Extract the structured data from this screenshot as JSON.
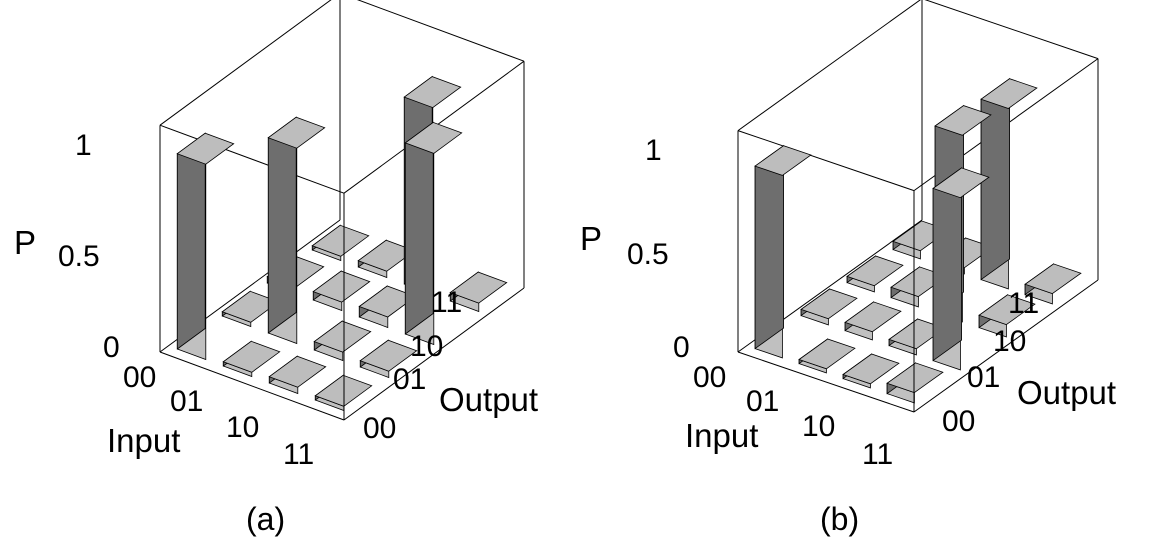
{
  "chart_data": [
    {
      "type": "bar3d",
      "panel_label": "(a)",
      "title": "",
      "xlabel": "Input",
      "ylabel": "Output",
      "zlabel": "P",
      "x_categories": [
        "00",
        "01",
        "10",
        "11"
      ],
      "y_categories": [
        "00",
        "01",
        "10",
        "11"
      ],
      "z_ticks": [
        "0",
        "0.5",
        "1"
      ],
      "zlim": [
        0,
        1
      ],
      "values": [
        [
          0.93,
          0.02,
          0.03,
          0.02
        ],
        [
          0.02,
          0.93,
          0.04,
          0.03
        ],
        [
          0.03,
          0.04,
          0.05,
          0.89
        ],
        [
          0.02,
          0.03,
          0.91,
          0.04
        ]
      ],
      "colors": {
        "front": "#c0c0c0",
        "side": "#6e6e6e",
        "top": "#bdbdbd"
      }
    },
    {
      "type": "bar3d",
      "panel_label": "(b)",
      "title": "",
      "xlabel": "Input",
      "ylabel": "Output",
      "zlabel": "P",
      "x_categories": [
        "00",
        "01",
        "10",
        "11"
      ],
      "y_categories": [
        "00",
        "01",
        "10",
        "11"
      ],
      "z_ticks": [
        "0",
        "0.5",
        "1"
      ],
      "zlim": [
        0,
        1
      ],
      "values": [
        [
          0.89,
          0.03,
          0.03,
          0.04
        ],
        [
          0.02,
          0.04,
          0.05,
          0.03
        ],
        [
          0.02,
          0.03,
          0.91,
          0.88
        ],
        [
          0.05,
          0.84,
          0.06,
          0.05
        ]
      ],
      "colors": {
        "front": "#c0c0c0",
        "side": "#6e6e6e",
        "top": "#bdbdbd"
      }
    }
  ]
}
